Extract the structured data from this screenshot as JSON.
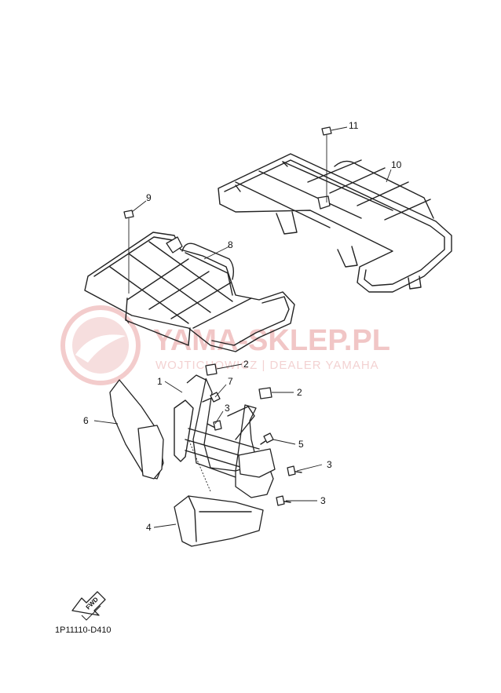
{
  "watermark": {
    "title": "YAMA-SKLEP.PL",
    "subtitle": "WOJTICHOWICZ | DEALER YAMAHA",
    "color": "#f1c6c6"
  },
  "callouts": [
    {
      "id": "c1",
      "label": "1"
    },
    {
      "id": "c2a",
      "label": "2"
    },
    {
      "id": "c2b",
      "label": "2"
    },
    {
      "id": "c3a",
      "label": "3"
    },
    {
      "id": "c3b",
      "label": "3"
    },
    {
      "id": "c3c",
      "label": "3"
    },
    {
      "id": "c4",
      "label": "4"
    },
    {
      "id": "c5",
      "label": "5"
    },
    {
      "id": "c6",
      "label": "6"
    },
    {
      "id": "c7",
      "label": "7"
    },
    {
      "id": "c8",
      "label": "8"
    },
    {
      "id": "c9",
      "label": "9"
    },
    {
      "id": "c10",
      "label": "10"
    },
    {
      "id": "c11",
      "label": "11"
    }
  ],
  "fwd_label": "FWD",
  "diagram_code": "1P11110-D410"
}
